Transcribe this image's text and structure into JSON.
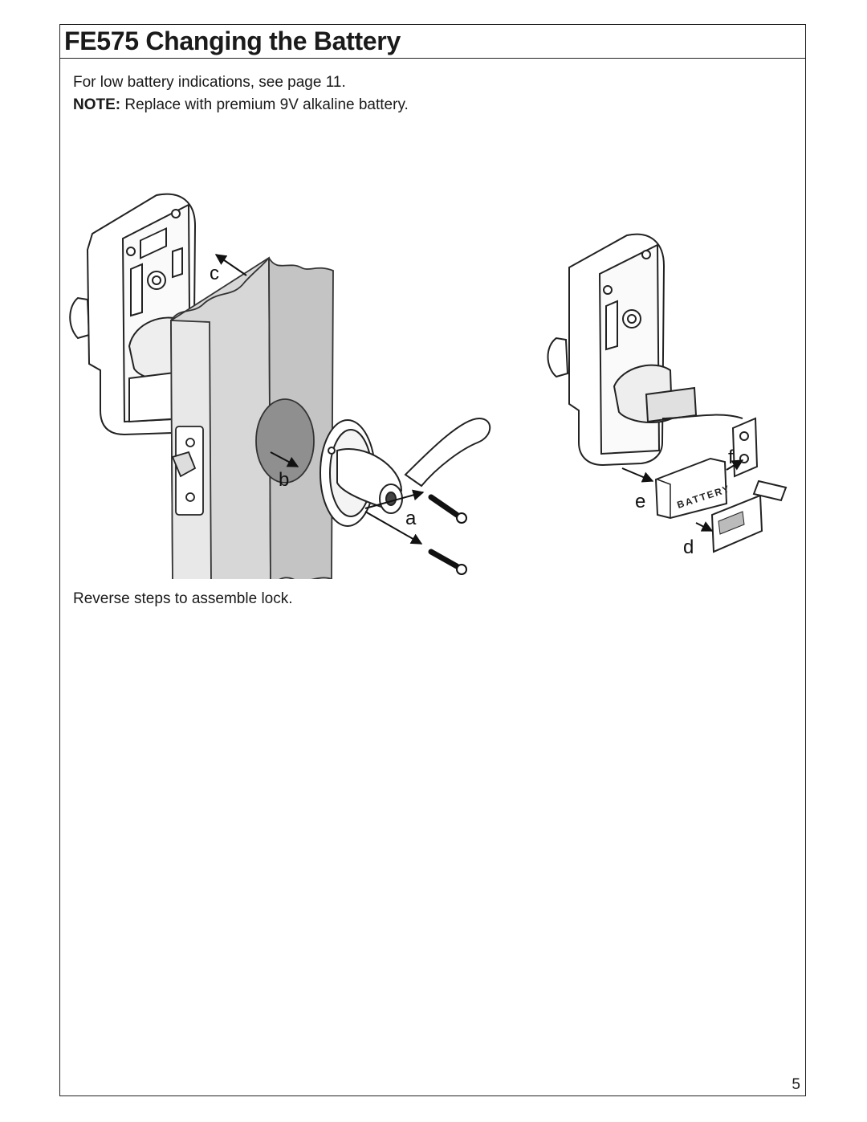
{
  "header": {
    "title": "FE575 Changing the Battery"
  },
  "intro": {
    "line1": "For low battery indications, see page 11.",
    "note_label": "NOTE:",
    "note_text": " Replace with premium 9V alkaline battery."
  },
  "illustration": {
    "step_labels": {
      "a": "a",
      "b": "b",
      "c": "c",
      "d": "d",
      "e": "e",
      "f": "f"
    },
    "battery_text": "BATTERY"
  },
  "footer": {
    "closing": "Reverse steps to assemble lock.",
    "page_number": "5"
  }
}
